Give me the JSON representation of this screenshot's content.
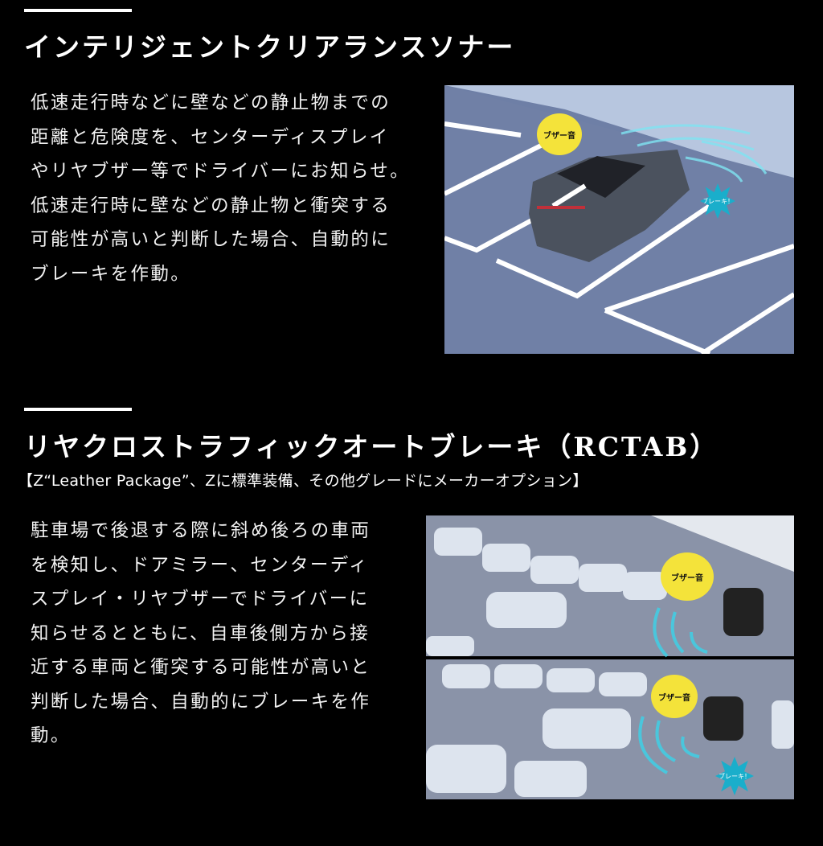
{
  "section1": {
    "title": "インテリジェントクリアランスソナー",
    "lines": [
      "低速走行時などに壁などの静止物までの",
      "距離と危険度を、センターディスプレイ",
      "やリヤブザー等でドライバーにお知らせ。",
      "低速走行時に壁などの静止物と衝突する",
      "可能性が高いと判断した場合、自動的に",
      "ブレーキを作動。"
    ],
    "image": {
      "buzzer": "ブザー音",
      "brake": "ブレーキ！"
    }
  },
  "section2": {
    "title": "リヤクロストラフィックオートブレーキ（RCTAB）",
    "subtitle": "【Z“Leather Package”、Zに標準装備、その他グレードにメーカーオプション】",
    "lines": [
      "駐車場で後退する際に斜め後ろの車両",
      "を検知し、ドアミラー、センターディ",
      "スプレイ・リヤブザーでドライバーに",
      "知らせるとともに、自車後側方から接",
      "近する車両と衝突する可能性が高いと",
      "判断した場合、自動的にブレーキを作",
      "動。"
    ],
    "image": {
      "buzzer_top": "ブザー音",
      "buzzer_bottom": "ブザー音",
      "brake": "ブレーキ！"
    }
  }
}
